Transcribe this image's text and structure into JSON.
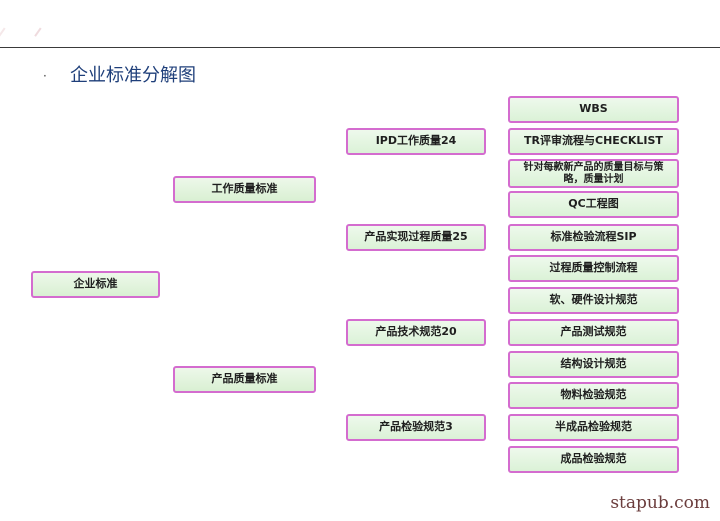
{
  "slide": {
    "bullet": "·",
    "title": "企业标准分解图",
    "watermark": "stapub.com"
  },
  "diagram": {
    "root": "企业标准",
    "level1": [
      "工作质量标准",
      "产品质量标准"
    ],
    "level2": [
      "IPD工作质量24",
      "产品实现过程质量25",
      "产品技术规范20",
      "产品检验规范3"
    ],
    "level3": [
      "WBS",
      "TR评审流程与CHECKLIST",
      "针对每款新产品的质量目标与策略，质量计划",
      "QC工程图",
      "标准检验流程SIP",
      "过程质量控制流程",
      "软、硬件设计规范",
      "产品测试规范",
      "结构设计规范",
      "物料检验规范",
      "半成品检验规范",
      "成品检验规范"
    ]
  }
}
